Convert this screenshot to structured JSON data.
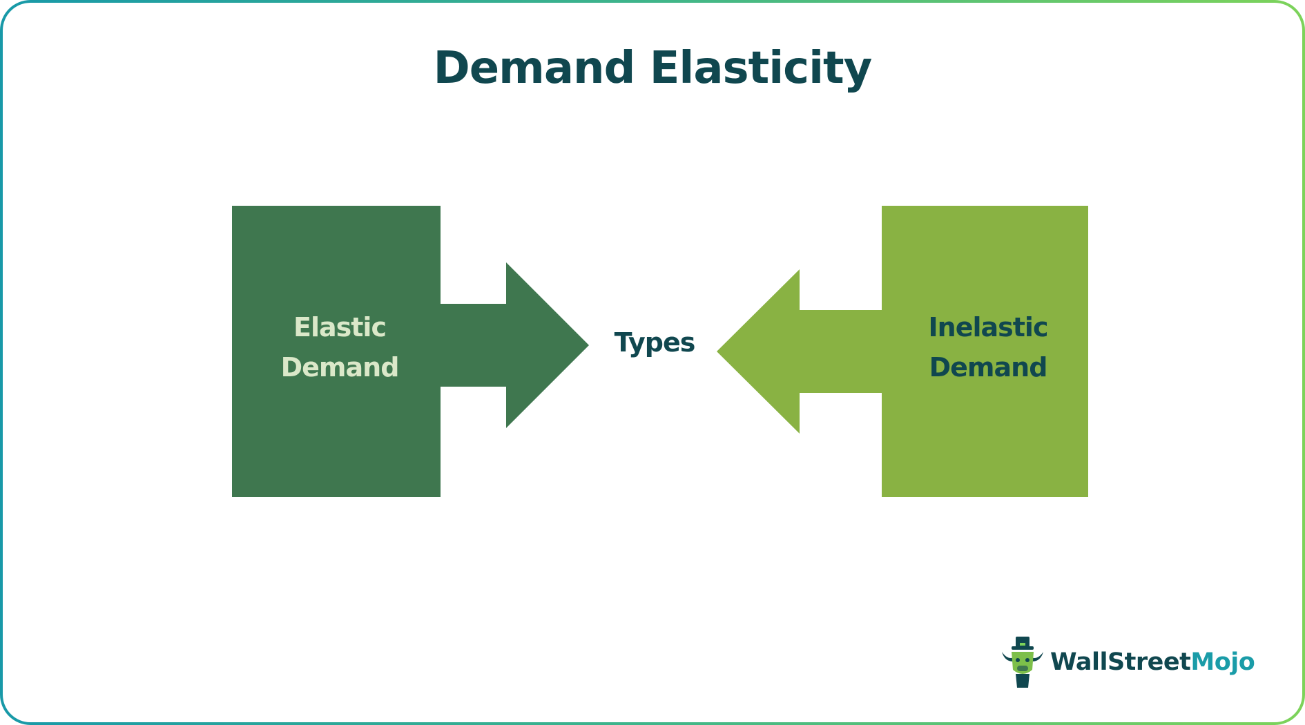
{
  "title": "Demand Elasticity",
  "center": {
    "label": "Types"
  },
  "left_box": {
    "line1": "Elastic",
    "line2": "Demand"
  },
  "right_box": {
    "line1": "Inelastic",
    "line2": "Demand"
  },
  "logo": {
    "part1": "WallStreet",
    "part2": "Mojo",
    "icon": "bull-mascot-icon"
  },
  "colors": {
    "title": "#10474f",
    "left_box": "#3f774f",
    "right_box": "#89b243",
    "left_text": "#dbe8c9",
    "right_text": "#10474f",
    "border_start": "#1899a8",
    "border_end": "#7dd35a"
  }
}
